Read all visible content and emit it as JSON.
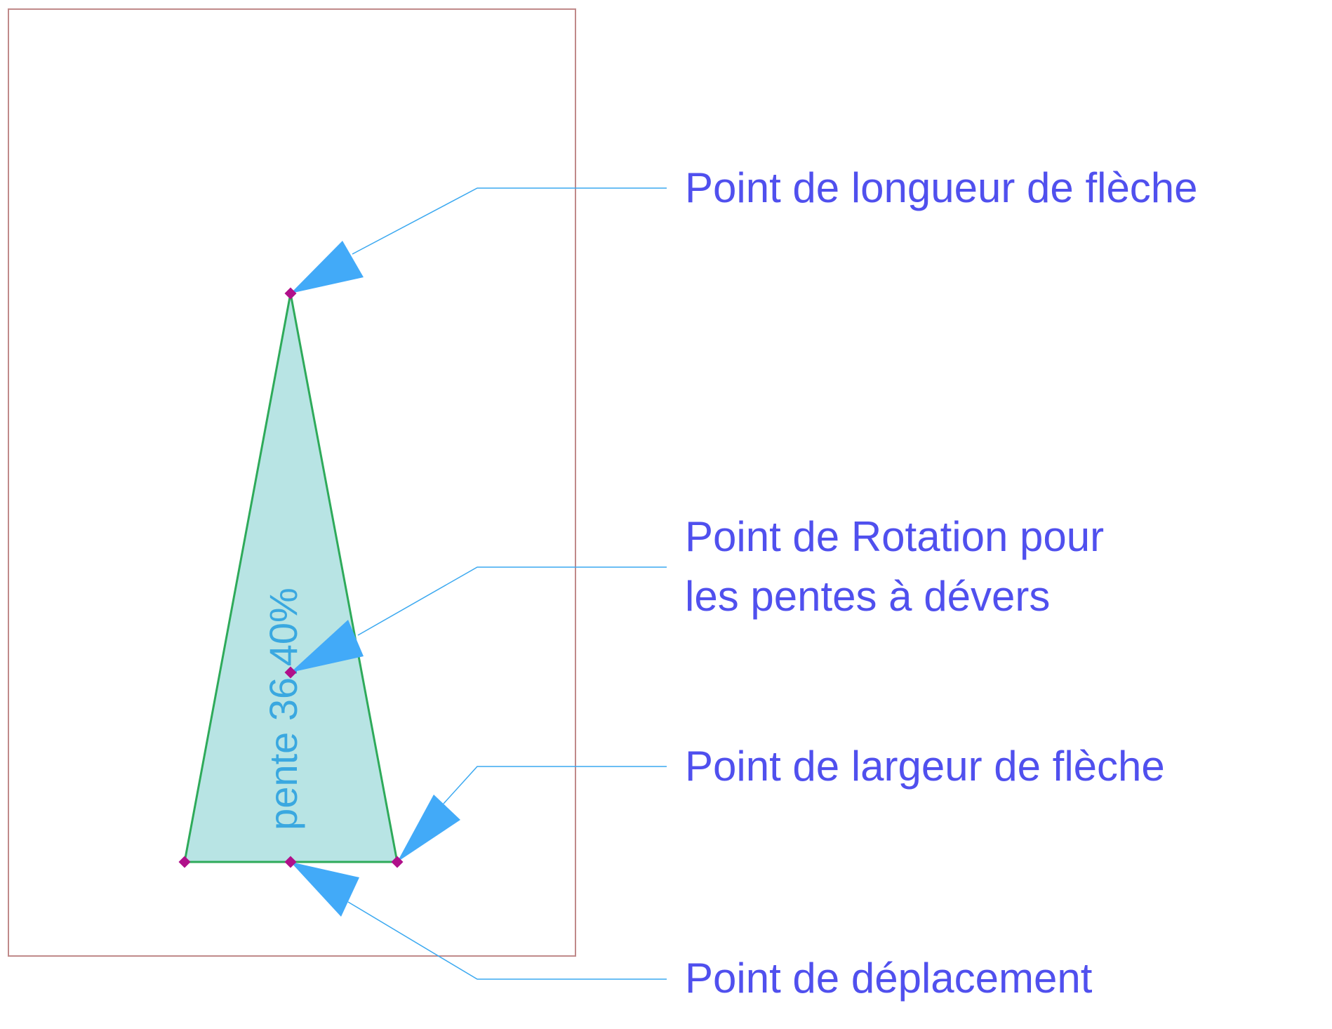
{
  "colors": {
    "frame": "#c08a8a",
    "arrow_fill": "#b8e4e4",
    "arrow_stroke": "#2eaa5a",
    "grip": "#b0108a",
    "leader": "#3aa8f0",
    "callout_text": "#5050ee",
    "slope_text": "#3aa8e0"
  },
  "slope_label": "pente 36.40%",
  "callouts": {
    "length_point": "Point de longueur de flèche",
    "rotation_point_line1": "Point de Rotation pour",
    "rotation_point_line2": "les pentes à dévers",
    "width_point": "Point de largeur de flèche",
    "move_point": "Point de déplacement"
  }
}
